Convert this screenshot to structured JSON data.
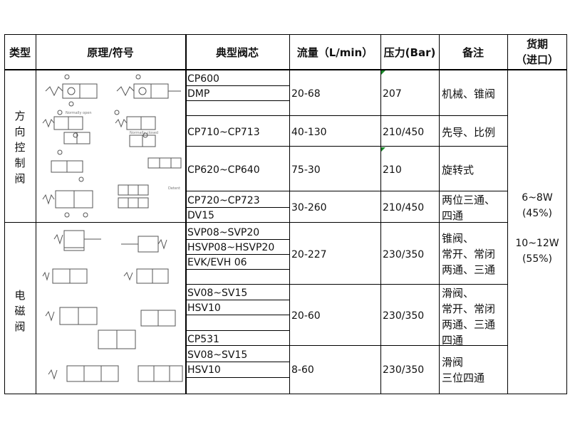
{
  "headers": {
    "type": "类型",
    "symbol": "原理/符号",
    "cartridge": "典型阀芯",
    "flow": "流量（L/min）",
    "pressure": "压力(Bar)",
    "remark": "备注",
    "lead_time": [
      "货期",
      "（进口）"
    ]
  },
  "groups": [
    {
      "type_chars": [
        "方",
        "向",
        "控",
        "制",
        "阀"
      ],
      "rows": [
        {
          "cartridges": [
            "CP600",
            "DMP",
            ""
          ],
          "flow": "20-68",
          "pressure": "207",
          "remark": [
            "机械、锥阀"
          ]
        },
        {
          "cartridges": [
            "CP710~CP713"
          ],
          "flow": "40-130",
          "pressure": "210/450",
          "remark": [
            "先导、比例"
          ]
        },
        {
          "cartridges": [
            "CP620~CP640"
          ],
          "flow": "75-30",
          "pressure": "210",
          "remark": [
            "旋转式"
          ]
        },
        {
          "cartridges": [
            "CP720~CP723",
            "DV15"
          ],
          "flow": "30-260",
          "pressure": "210/450",
          "remark": [
            "两位三通、",
            "四通"
          ]
        }
      ]
    },
    {
      "type_chars": [
        "电",
        "磁",
        "阀"
      ],
      "rows": [
        {
          "cartridges": [
            "SVP08~SVP20",
            "HSVP08~HSVP20",
            "EVK/EVH 06",
            ""
          ],
          "flow": "20-227",
          "pressure": "230/350",
          "remark": [
            "锥阀、",
            "常开、常闭",
            "两通、三通"
          ]
        },
        {
          "cartridges": [
            "SV08~SV15",
            "HSV10",
            "",
            "CP531"
          ],
          "flow": "20-60",
          "pressure": "230/350",
          "remark": [
            "滑阀、",
            "常开、常闭",
            "两通、三通",
            "四通"
          ]
        },
        {
          "cartridges": [
            "SV08~SV15",
            "HSV10",
            ""
          ],
          "flow": "8-60",
          "pressure": "230/350",
          "remark": [
            "滑阀",
            "三位四通"
          ]
        }
      ]
    }
  ],
  "lead_time": {
    "lines": [
      "6~8W",
      "(45%)",
      "10~12W",
      "(55%)"
    ]
  },
  "symbol_labels": {
    "normally_open": "Normally open",
    "normally_closed": "Normally closed",
    "detent": "Detent"
  },
  "colors": {
    "grid": "#000000",
    "marker": "#1a8a2a",
    "symbol": "#555555"
  }
}
